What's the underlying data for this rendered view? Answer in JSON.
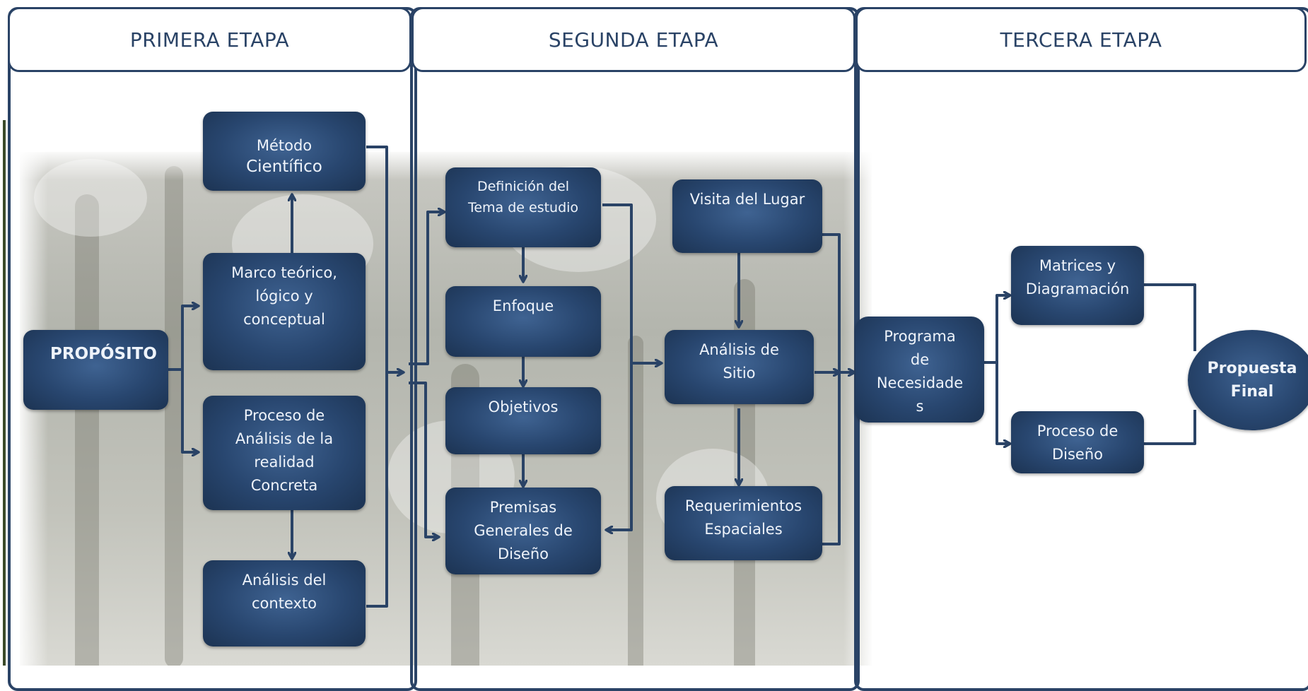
{
  "stages": [
    {
      "label": "PRIMERA ETAPA"
    },
    {
      "label": "SEGUNDA ETAPA"
    },
    {
      "label": "TERCERA ETAPA"
    }
  ],
  "nodes": {
    "proposito": "PROPÓSITO",
    "metodo_line1": "Método",
    "metodo_line2": "Científico",
    "marco": "Marco teórico,\nlógico y\nconceptual",
    "proceso_analisis": "Proceso de\nAnálisis de la\nrealidad\nConcreta",
    "analisis_contexto": "Análisis del\ncontexto",
    "definicion_tema": "Definición del\nTema de estudio",
    "enfoque": "Enfoque",
    "objetivos": "Objetivos",
    "premisas": "Premisas\nGenerales de\nDiseño",
    "visita_lugar": "Visita del Lugar",
    "analisis_sitio": "Análisis de\nSitio",
    "requerimientos": "Requerimientos\nEspaciales",
    "programa": "Programa\nde\nNecesidade\ns",
    "matrices": "Matrices y\nDiagramación",
    "proceso_diseno": "Proceso de\nDiseño",
    "propuesta": "Propuesta\nFinal"
  },
  "colors": {
    "node_dark": "#1c3352",
    "node_mid": "#28466f",
    "node_light": "#3f6392",
    "border": "#2a4366",
    "arrow": "#2a4366"
  }
}
